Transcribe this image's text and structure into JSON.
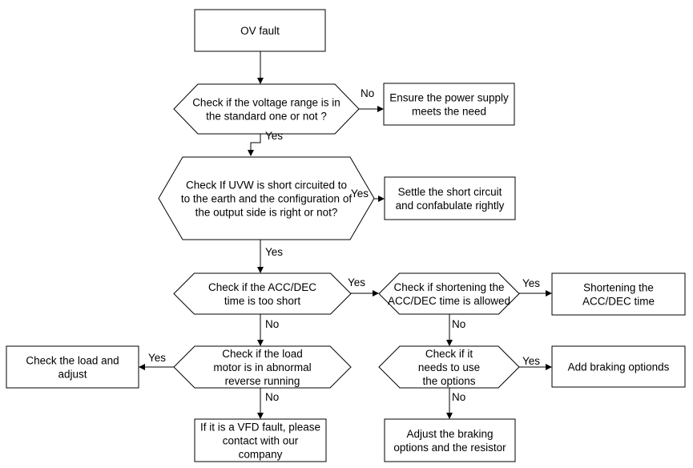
{
  "nodes": {
    "start": [
      "OV fault"
    ],
    "d1": [
      "Check if the voltage range is in",
      "the standard one or not ?"
    ],
    "p1": [
      "Ensure the power supply",
      "meets the need"
    ],
    "d2": [
      "Check If UVW is short circuited to",
      "to the earth and the configuration of",
      "the output side is right or not?"
    ],
    "p2": [
      "Settle the short circuit",
      "and confabulate rightly"
    ],
    "d3": [
      "Check if the ACC/DEC",
      "time is too short"
    ],
    "d4": [
      "Check if shortening the",
      "ACC/DEC time is allowed"
    ],
    "p3": [
      "Shortening the",
      "ACC/DEC time"
    ],
    "p4": [
      "Check the load and",
      "adjust"
    ],
    "d5": [
      "Check if the load",
      "motor is in abnormal",
      "reverse running"
    ],
    "d6": [
      "Check if it",
      "needs to use",
      "the options"
    ],
    "p5": [
      "Add braking optionds"
    ],
    "p6": [
      "If it is a VFD fault, please",
      "contact with our",
      "company"
    ],
    "p7": [
      "Adjust the braking",
      "options and the resistor"
    ]
  },
  "edge_labels": {
    "d1_p1": "No",
    "d1_d2": "Yes",
    "d2_p2": "Yes",
    "d2_d3": "Yes",
    "d3_d4": "Yes",
    "d4_p3": "Yes",
    "d3_d5": "No",
    "d4_d6": "No",
    "d5_p4": "Yes",
    "d6_p5": "Yes",
    "d5_p6": "No",
    "d6_p7": "No"
  },
  "colors": {
    "line": "#000000",
    "fill": "#ffffff",
    "text": "#000000"
  }
}
